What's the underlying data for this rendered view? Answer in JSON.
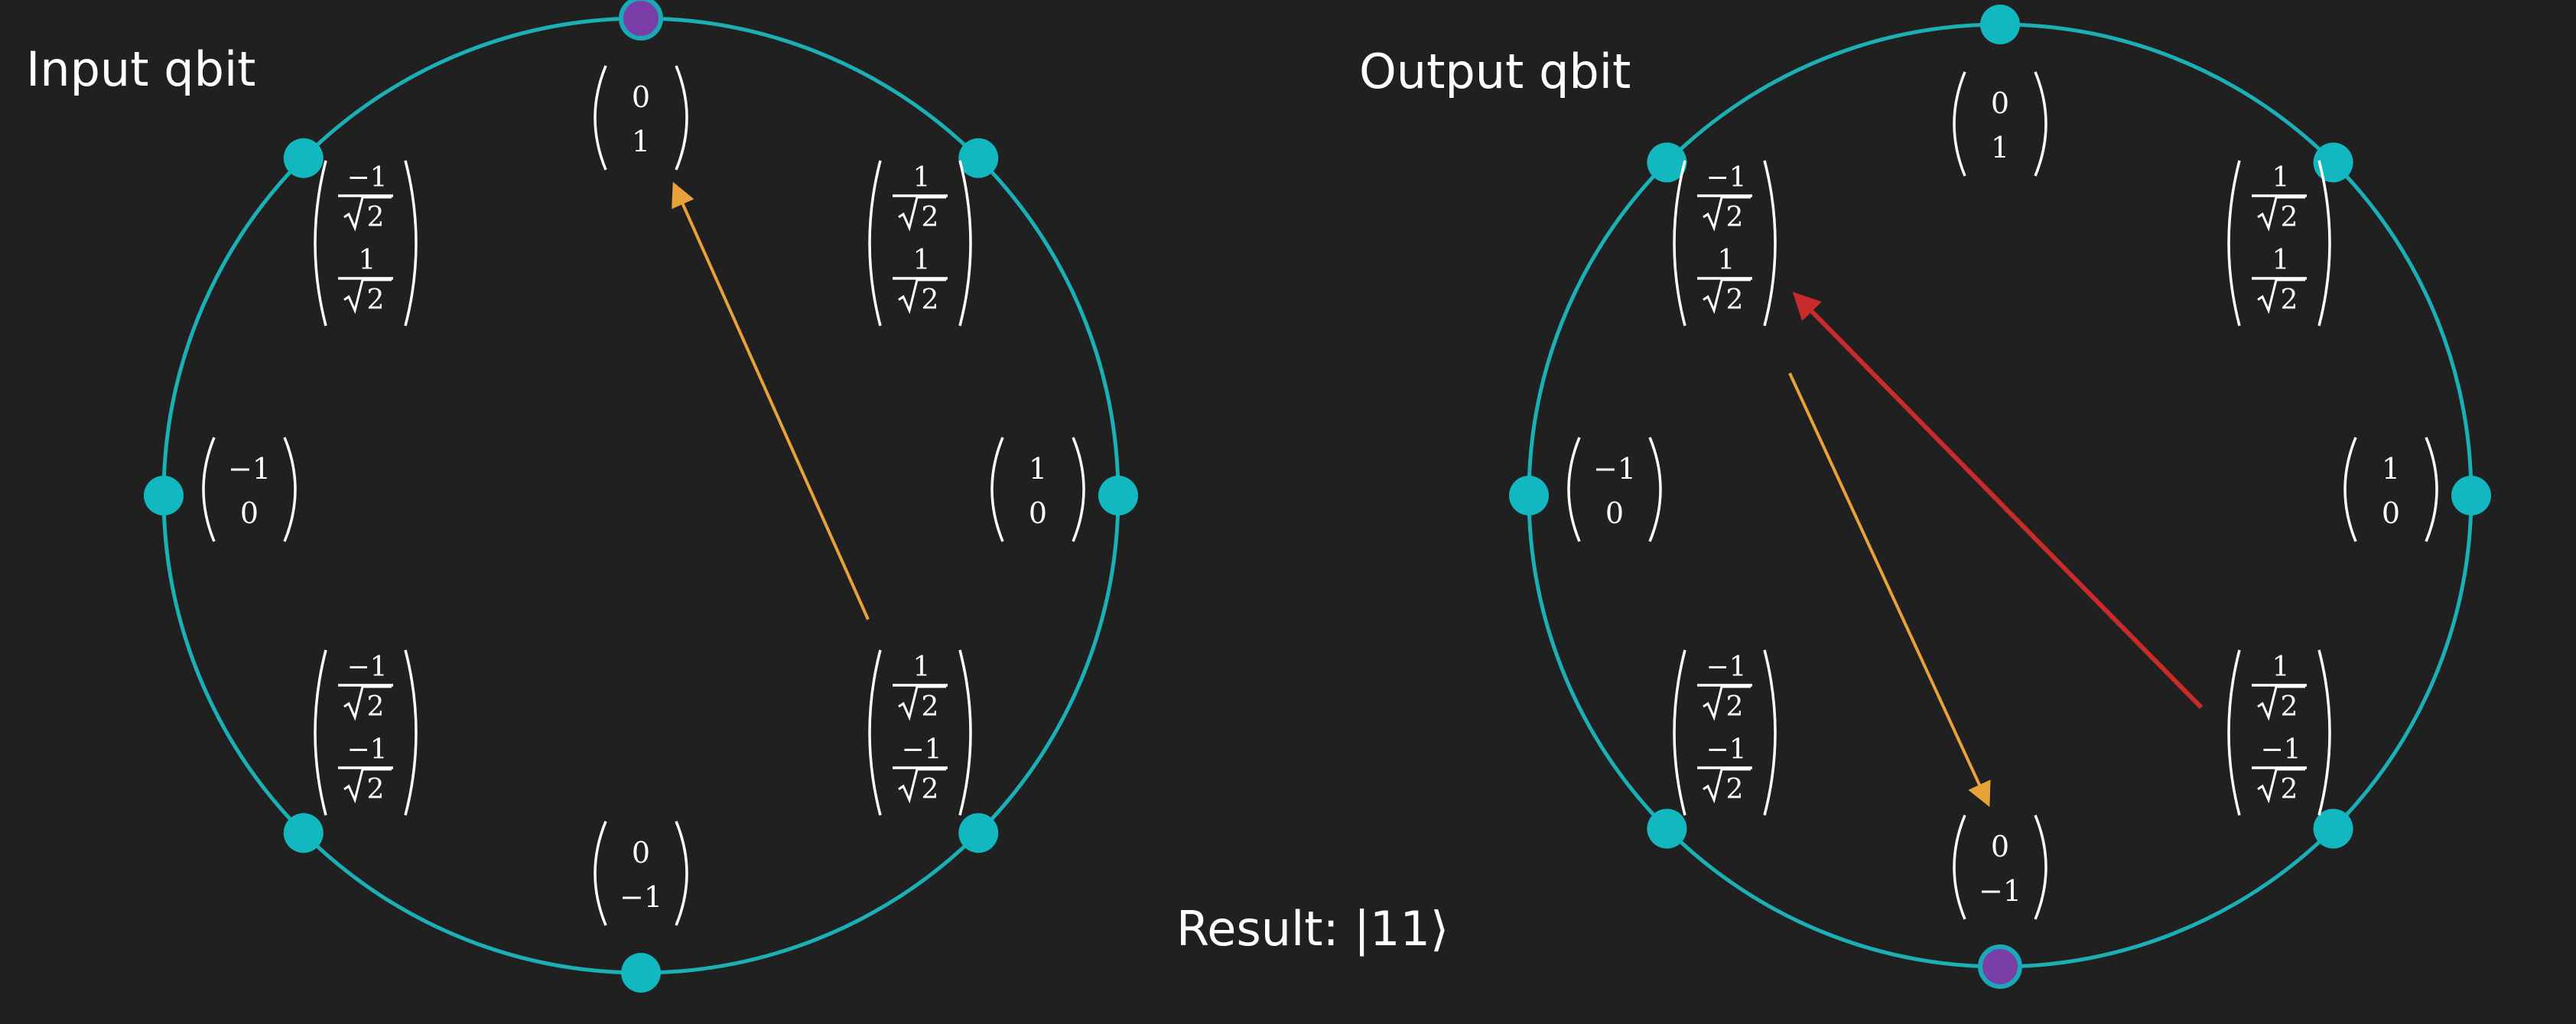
{
  "titles": {
    "input": "Input qbit",
    "output": "Output qbit"
  },
  "result": "Result: |11⟩",
  "colors": {
    "background": "#202020",
    "circle": "#1ab0b5",
    "dot": "#12b7bf",
    "selected_dot": "#7a3fa6",
    "input_arrow": "#e8a23a",
    "output_arrow_1": "#c92b2b",
    "output_arrow_2": "#e8a23a",
    "text": "#ffffff"
  },
  "vectors": {
    "up": [
      "0",
      "1"
    ],
    "down": [
      "0",
      "−1"
    ],
    "right": [
      "1",
      "0"
    ],
    "left": [
      "−1",
      "0"
    ],
    "upper_right": [
      {
        "num": "1",
        "den": "2"
      },
      {
        "num": "1",
        "den": "2"
      }
    ],
    "upper_left": [
      {
        "num": "−1",
        "den": "2"
      },
      {
        "num": "1",
        "den": "2"
      }
    ],
    "lower_right": [
      {
        "num": "1",
        "den": "2"
      },
      {
        "num": "−1",
        "den": "2"
      }
    ],
    "lower_left": [
      {
        "num": "−1",
        "den": "2"
      },
      {
        "num": "−1",
        "den": "2"
      }
    ]
  },
  "dots": {
    "input_selected": "top",
    "output_selected": "bottom"
  }
}
